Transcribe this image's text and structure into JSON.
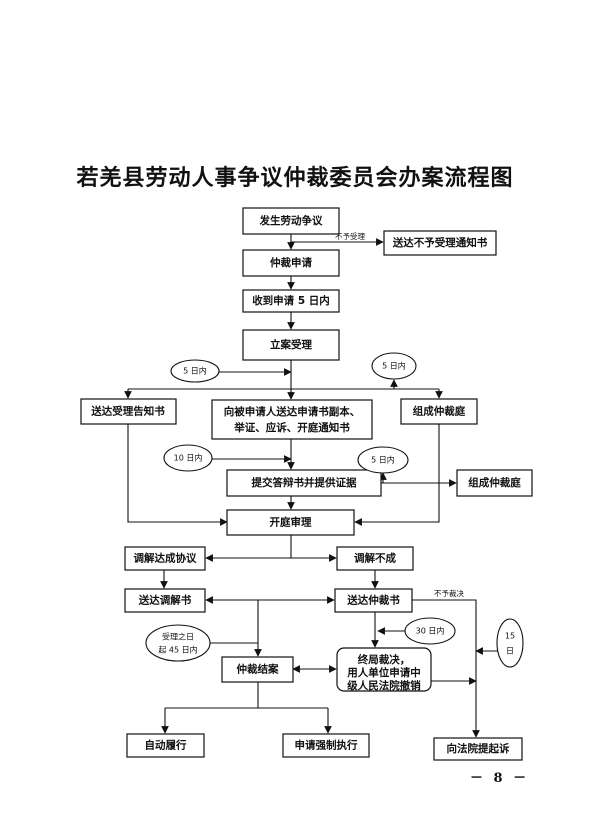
{
  "title": "若羌县劳动人事争议仲裁委员会办案流程图",
  "boxes": {
    "dispute": "发生劳动争议",
    "reject_notice": "送达不予受理通知书",
    "apply": "仲裁申请",
    "within5": "收到申请 5 日内",
    "accept": "立案受理",
    "accept_notice": "送达受理告知书",
    "serve_line1": "向被申请人送达申请书副本、",
    "serve_line2": "举证、应诉、开庭通知书",
    "tribunal": "组成仲裁庭",
    "defense": "提交答辩书并提供证据",
    "tribunal2": "组成仲裁庭",
    "hearing": "开庭审理",
    "mediation_ok": "调解达成协议",
    "mediation_fail": "调解不成",
    "mediation_doc": "送达调解书",
    "award_doc": "送达仲裁书",
    "close": "仲裁结案",
    "final_line1": "终局裁决，",
    "final_line2": "用人单位申请中",
    "final_line3": "级人民法院撤销",
    "auto_perform": "自动履行",
    "enforce": "申请强制执行",
    "sue": "向法院提起诉"
  },
  "ovals": {
    "d5_left": "5 日内",
    "d5_right": "5 日内",
    "d10": "10 日内",
    "d5_mid": "5 日内",
    "d45_line1": "受理之日",
    "d45_line2": "起 45 日内",
    "d30": "30 日内",
    "d15_line1": "15",
    "d15_line2": "日"
  },
  "labels": {
    "not_accepted": "不予受理",
    "not_award": "不予裁决"
  },
  "page_number": "－ 8 －"
}
